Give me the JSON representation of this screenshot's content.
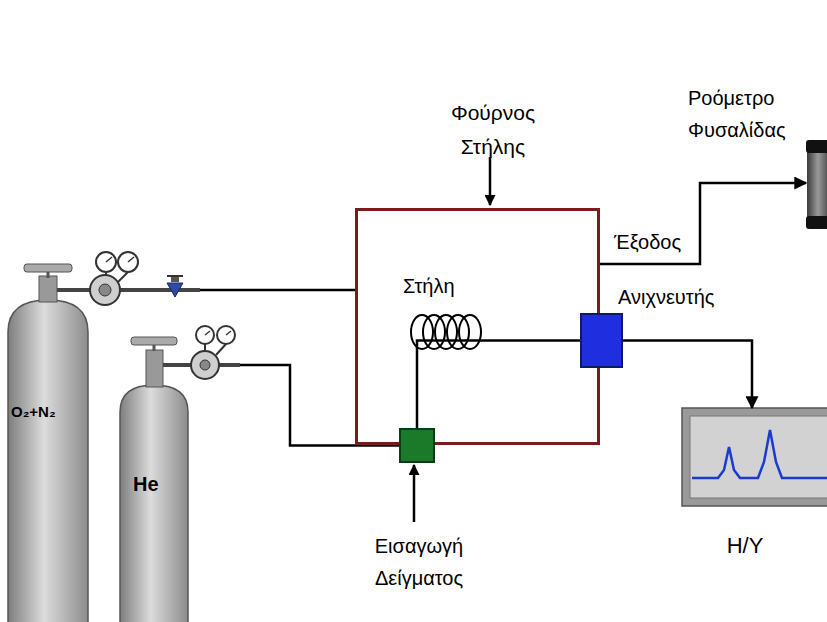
{
  "diagram": {
    "nodes": [
      {
        "text": [
          "Φούρνος Στήλης"
        ]
      },
      {
        "text": [
          "Ροόμετρο Φυσαλίδας"
        ]
      },
      {
        "text": [
          "O₂+N₂"
        ]
      },
      {
        "text": [
          "He"
        ]
      },
      {
        "text": [
          "Ανιχνευτής"
        ],
        "in": 0
      },
      {
        "text": [
          "Εισαγωγή Δείγματος"
        ],
        "in": 0
      },
      {
        "text": [
          "Η/Υ"
        ]
      }
    ],
    "edges": [
      {
        "from": 2,
        "to": 0,
        "arrow": "none"
      },
      {
        "from": 3,
        "to": 5,
        "arrow": "none"
      },
      {
        "from": 5,
        "to": 4,
        "arrow": "none"
      },
      {
        "from": 0,
        "to": 1,
        "label": "Έξοδος",
        "arrow": "to"
      },
      {
        "from": 4,
        "to": 6,
        "arrow": "to"
      }
    ],
    "labels": [
      "Στήλη"
    ]
  }
}
